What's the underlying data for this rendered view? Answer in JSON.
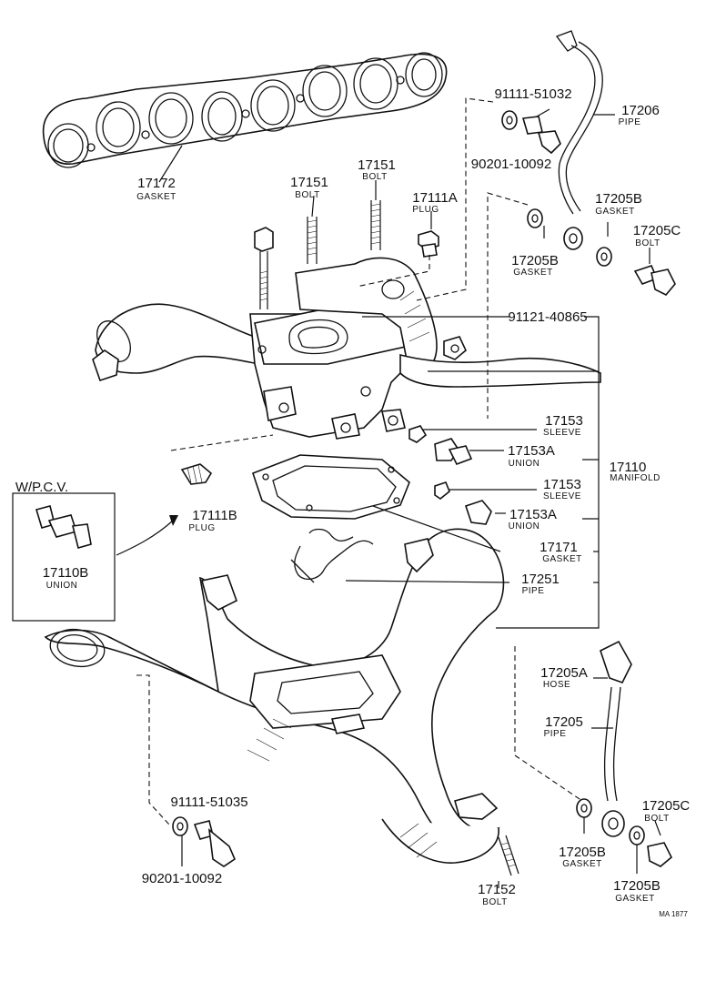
{
  "labels": {
    "p17172": {
      "number": "17172",
      "name": "GASKET"
    },
    "p17151a": {
      "number": "17151",
      "name": "BOLT"
    },
    "p17151b": {
      "number": "17151",
      "name": "BOLT"
    },
    "p17111a": {
      "number": "17111A",
      "name": "PLUG"
    },
    "p91111_51032": {
      "number": "91111-51032"
    },
    "p90201_10092_top": {
      "number": "90201-10092"
    },
    "p17206": {
      "number": "17206",
      "name": "PIPE"
    },
    "p17205b_1": {
      "number": "17205B",
      "name": "GASKET"
    },
    "p17205b_2": {
      "number": "17205B",
      "name": "GASKET"
    },
    "p17205c_1": {
      "number": "17205C",
      "name": "BOLT"
    },
    "p91121_40865": {
      "number": "91121-40865"
    },
    "p17153_1": {
      "number": "17153",
      "name": "SLEEVE"
    },
    "p17153a_1": {
      "number": "17153A",
      "name": "UNION"
    },
    "p17110": {
      "number": "17110",
      "name": "MANIFOLD"
    },
    "p17153_2": {
      "number": "17153",
      "name": "SLEEVE"
    },
    "p17153a_2": {
      "number": "17153A",
      "name": "UNION"
    },
    "p17111b": {
      "number": "17111B",
      "name": "PLUG"
    },
    "wpcv": {
      "title": "W/P.C.V."
    },
    "p17110b": {
      "number": "17110B",
      "name": "UNION"
    },
    "p17171": {
      "number": "17171",
      "name": "GASKET"
    },
    "p17251": {
      "number": "17251",
      "name": "PIPE"
    },
    "p17205a": {
      "number": "17205A",
      "name": "HOSE"
    },
    "p17205": {
      "number": "17205",
      "name": "PIPE"
    },
    "p91111_51035": {
      "number": "91111-51035"
    },
    "p90201_10092_bot": {
      "number": "90201-10092"
    },
    "p17152": {
      "number": "17152",
      "name": "BOLT"
    },
    "p17205b_3": {
      "number": "17205B",
      "name": "GASKET"
    },
    "p17205c_2": {
      "number": "17205C",
      "name": "BOLT"
    },
    "p17205b_4": {
      "number": "17205B",
      "name": "GASKET"
    },
    "code": {
      "text": "MA 1877"
    }
  }
}
